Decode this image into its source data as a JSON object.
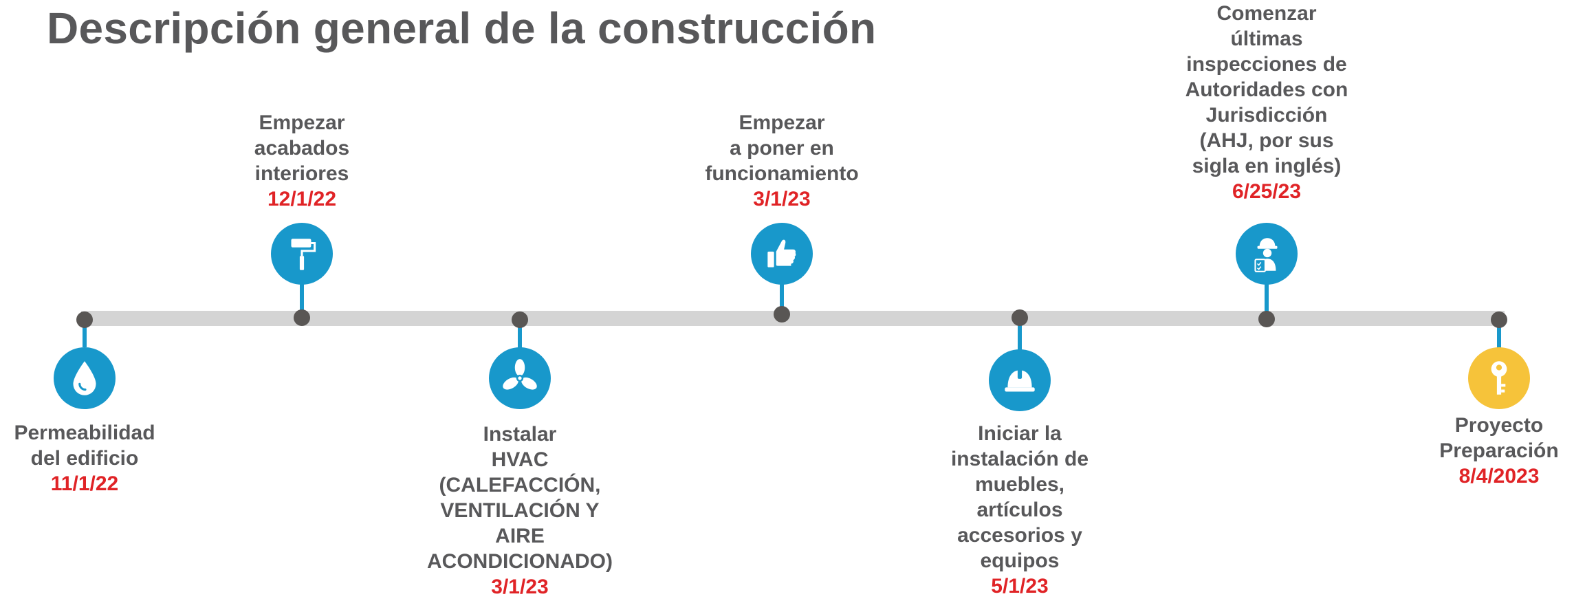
{
  "title": "Descripción general de la construcción",
  "colors": {
    "accent": "#1898cb",
    "final_accent": "#f6c33a",
    "date": "#e02326",
    "text": "#58585a",
    "track": "#d4d4d4",
    "dot": "#595654"
  },
  "milestones": [
    {
      "label": "Permeabilidad\ndel edificio",
      "date": "11/1/22",
      "icon": "water-drop-icon",
      "position": "below"
    },
    {
      "label": "Empezar\nacabados\ninteriores",
      "date": "12/1/22",
      "icon": "paint-roller-icon",
      "position": "above"
    },
    {
      "label": "Instalar\nHVAC\n(CALEFACCIÓN,\nVENTILACIÓN Y\nAIRE\nACONDICIONADO)",
      "date": "3/1/23",
      "icon": "fan-icon",
      "position": "below"
    },
    {
      "label": "Empezar\na poner en\nfuncionamiento",
      "date": "3/1/23",
      "icon": "thumbs-up-icon",
      "position": "above"
    },
    {
      "label": "Iniciar la\ninstalación de\nmuebles,\nartículos\naccesorios y\nequipos",
      "date": "5/1/23",
      "icon": "hard-hat-icon",
      "position": "below"
    },
    {
      "label": "Comenzar\núltimas\ninspecciones de\nAutoridades con\nJurisdicción\n(AHJ, por sus\nsigla en inglés)",
      "date": "6/25/23",
      "icon": "inspector-icon",
      "position": "above"
    },
    {
      "label": "Proyecto\nPreparación",
      "date": "8/4/2023",
      "icon": "key-icon",
      "position": "below"
    }
  ]
}
